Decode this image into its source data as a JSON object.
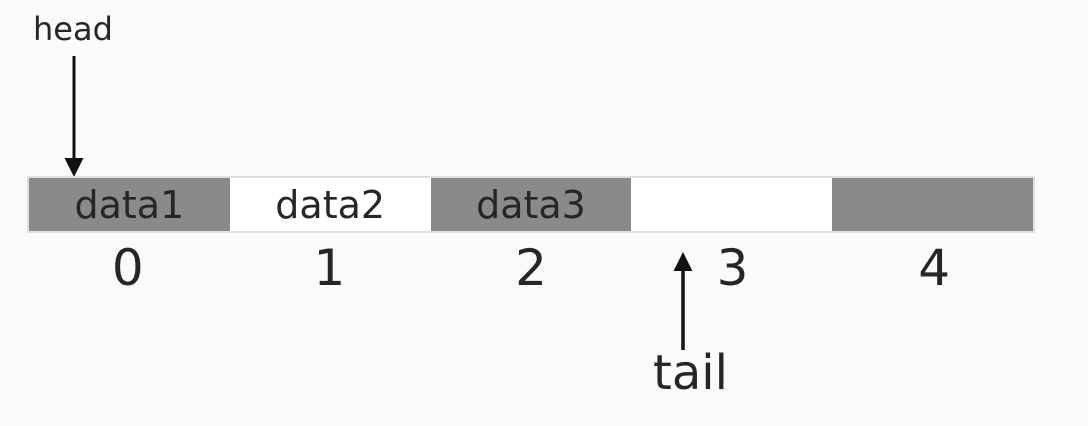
{
  "diagram": {
    "head_label": "head",
    "tail_label": "tail",
    "cells": [
      {
        "value": "data1",
        "index": "0",
        "filled": true
      },
      {
        "value": "data2",
        "index": "1",
        "filled": false
      },
      {
        "value": "data3",
        "index": "2",
        "filled": true
      },
      {
        "value": "",
        "index": "3",
        "filled": false
      },
      {
        "value": "",
        "index": "4",
        "filled": true
      }
    ],
    "head_points_to_index": "0",
    "tail_points_to_index": "3",
    "colors": {
      "background": "#fafafa",
      "cell_gray": "#8a8a8a",
      "cell_white": "#ffffff",
      "strip_border": "#e0e0e0",
      "text": "#262626",
      "arrow": "#111111"
    }
  }
}
